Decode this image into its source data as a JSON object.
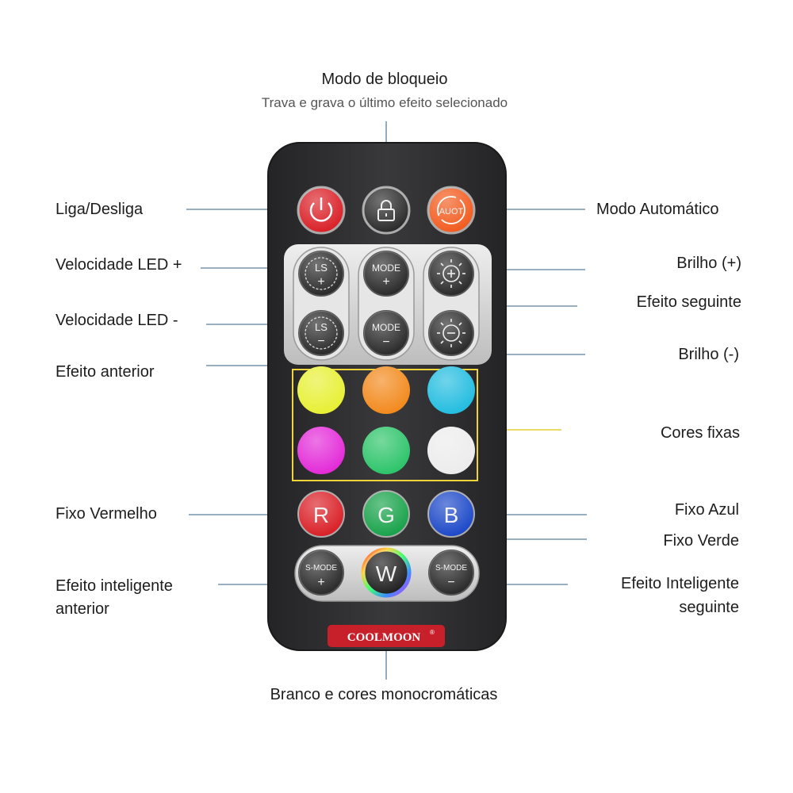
{
  "top": {
    "title": "Modo de bloqueio",
    "subtitle": "Trava e grava o último efeito selecionado"
  },
  "callouts": {
    "power": "Liga/Desliga",
    "auto_mode": "Modo Automático",
    "speed_up": "Velocidade LED +",
    "brightness_up": "Brilho (+)",
    "next_effect": "Efeito seguinte",
    "speed_down": "Velocidade LED -",
    "brightness_down": "Brilho (-)",
    "prev_effect": "Efeito anterior",
    "fixed_colors": "Cores fixas",
    "fixed_red": "Fixo Vermelho",
    "fixed_blue": "Fixo Azul",
    "fixed_green": "Fixo Verde",
    "smart_prev_line1": "Efeito inteligente",
    "smart_prev_line2": "anterior",
    "smart_next_line1": "Efeito Inteligente",
    "smart_next_line2": "seguinte",
    "white": "Branco e cores monocromáticas"
  },
  "remote": {
    "auto_label": "AUOT",
    "ls": "LS",
    "plus": "+",
    "minus": "−",
    "mode": "MODE",
    "smode": "S-MODE",
    "r": "R",
    "g": "G",
    "b": "B",
    "w": "W",
    "brand": "COOLMOON",
    "brand_mark": "®"
  },
  "colors": {
    "remote_body": "#2f2f31",
    "panel": "#d9d9d9",
    "power": "#d91f26",
    "auto": "#f25a1d",
    "dark_btn": "#2a2a2a",
    "yellow": "#e7f035",
    "orange": "#f28a1e",
    "cyan": "#24bde0",
    "magenta": "#e32bd8",
    "green": "#2ec46a",
    "white": "#ececec",
    "red": "#d91f26",
    "g_btn": "#18a24a",
    "blue": "#1c48c8",
    "highlight": "#f0d43a",
    "callout_line": "#5a7a9a"
  }
}
